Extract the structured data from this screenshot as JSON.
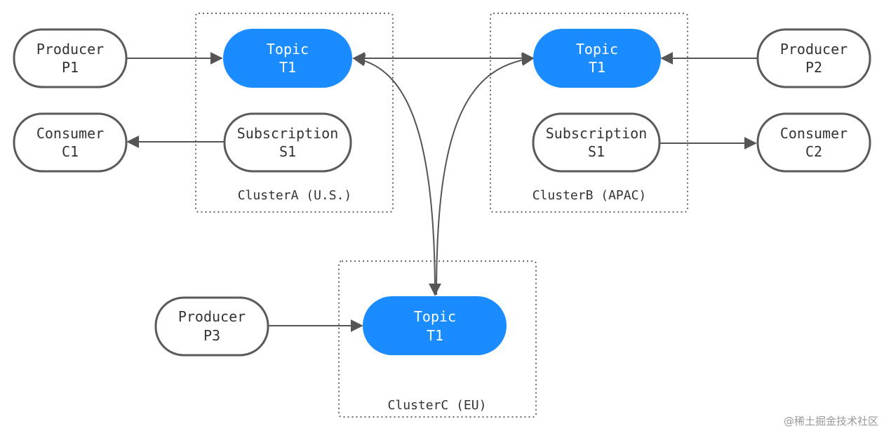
{
  "colors": {
    "topic_fill": "#1a8cff",
    "node_stroke": "#5a5a5a",
    "edge": "#555555",
    "cluster_border": "#6a6a6a"
  },
  "clusters": {
    "a": {
      "label": "ClusterA (U.S.)"
    },
    "b": {
      "label": "ClusterB (APAC)"
    },
    "c": {
      "label": "ClusterC (EU)"
    }
  },
  "nodes": {
    "producer_p1": {
      "line1": "Producer",
      "line2": "P1"
    },
    "producer_p2": {
      "line1": "Producer",
      "line2": "P2"
    },
    "producer_p3": {
      "line1": "Producer",
      "line2": "P3"
    },
    "consumer_c1": {
      "line1": "Consumer",
      "line2": "C1"
    },
    "consumer_c2": {
      "line1": "Consumer",
      "line2": "C2"
    },
    "topic_a": {
      "line1": "Topic",
      "line2": "T1"
    },
    "topic_b": {
      "line1": "Topic",
      "line2": "T1"
    },
    "topic_c": {
      "line1": "Topic",
      "line2": "T1"
    },
    "subscription_a": {
      "line1": "Subscription",
      "line2": "S1"
    },
    "subscription_b": {
      "line1": "Subscription",
      "line2": "S1"
    }
  },
  "watermark": "@稀土掘金技术社区"
}
